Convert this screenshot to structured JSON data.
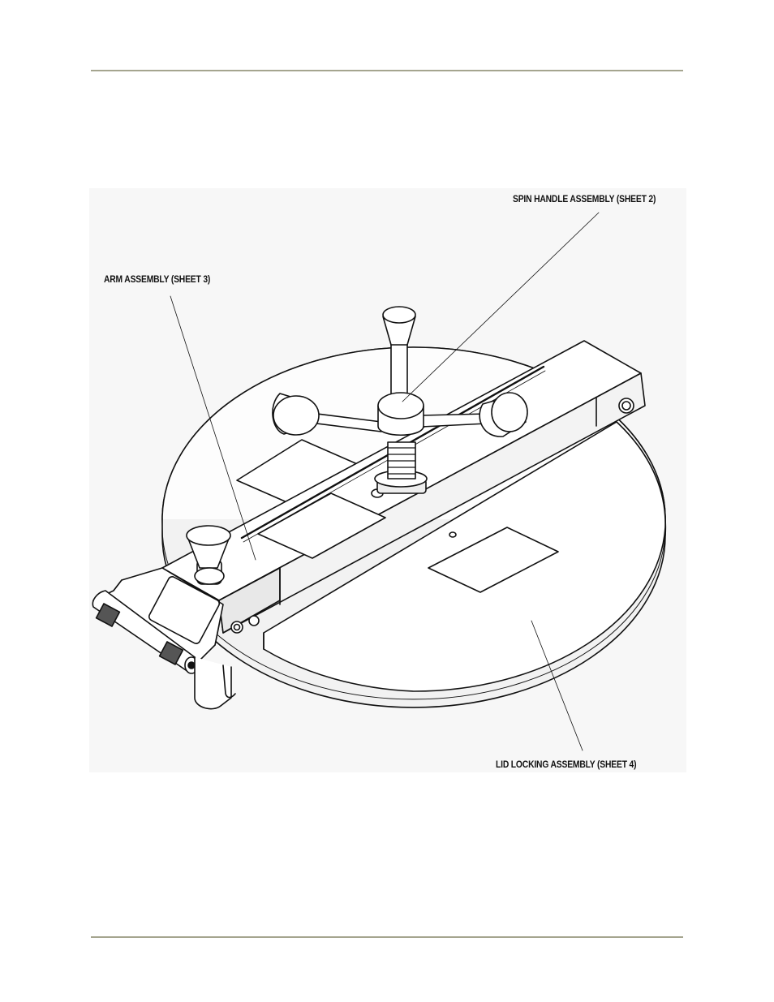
{
  "labels": {
    "spin_handle": "SPIN HANDLE ASSEMBLY (SHEET 2)",
    "arm": "ARM ASSEMBLY (SHEET 3)",
    "lid_locking": "LID LOCKING  ASSEMBLY (SHEET 4)"
  },
  "colors": {
    "rule": "#a5a58f",
    "line": "#111111",
    "figure_background": "#f7f7f7"
  }
}
